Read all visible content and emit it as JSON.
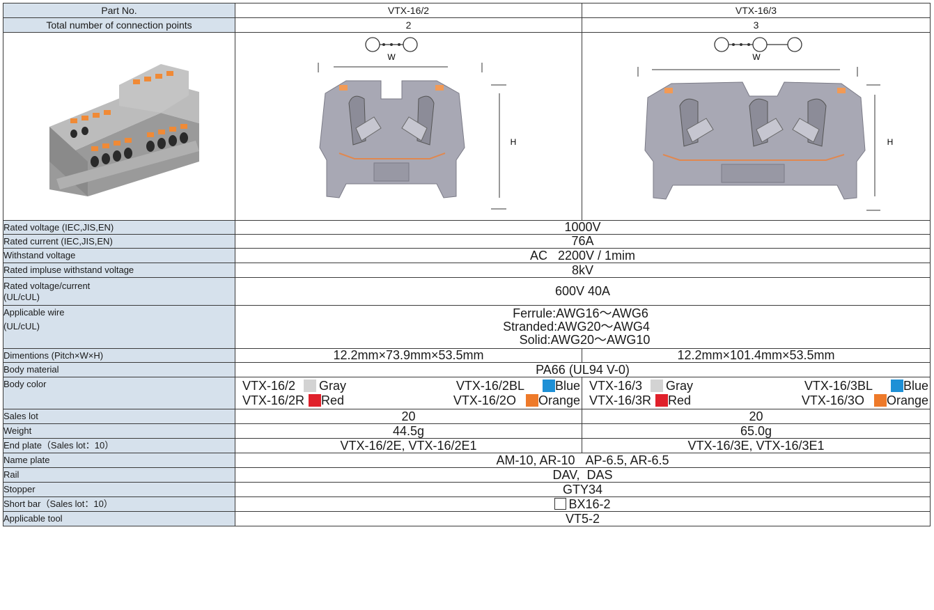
{
  "header": {
    "part_no": "Part No.",
    "col_a": "VTX-16/2",
    "col_b": "VTX-16/3"
  },
  "connection_points": {
    "label": "Total number of connection points",
    "a": "2",
    "b": "3"
  },
  "diagram": {
    "w_label": "W",
    "h_label": "H"
  },
  "rows": {
    "rated_voltage": {
      "label": "Rated voltage (IEC,JIS,EN)",
      "value": "1000V"
    },
    "rated_current": {
      "label": "Rated current (IEC,JIS,EN)",
      "value": "76A"
    },
    "withstand": {
      "label": "Withstand voltage",
      "value": "AC   2200V / 1mim"
    },
    "impulse": {
      "label": "Rated impluse withstand voltage",
      "value": "8kV"
    },
    "ul_rating": {
      "label1": "Rated voltage/current",
      "label2": "(UL/cUL)",
      "value": "600V 40A"
    },
    "wire": {
      "label1": "Applicable wire",
      "label2": "(UL/cUL)",
      "line1": "Ferrule:AWG16～AWG6",
      "line2": "Stranded:AWG20～AWG4",
      "line3": "Solid:AWG20～AWG10"
    },
    "dimensions": {
      "label": "Dimentions (Pitch×W×H)",
      "a": "12.2mm×73.9mm×53.5mm",
      "b": "12.2mm×101.4mm×53.5mm"
    },
    "body_material": {
      "label": "Body material",
      "value": "PA66 (UL94 V-0)"
    },
    "body_color": {
      "label": "Body color",
      "a1": {
        "p1": "VTX-16/2",
        "c1": "Gray",
        "p2": "VTX-16/2BL",
        "c2": "Blue"
      },
      "a2": {
        "p1": "VTX-16/2R",
        "c1": "Red",
        "p2": "VTX-16/2O",
        "c2": "Orange"
      },
      "b1": {
        "p1": "VTX-16/3",
        "c1": "Gray",
        "p2": "VTX-16/3BL",
        "c2": "Blue"
      },
      "b2": {
        "p1": "VTX-16/3R",
        "c1": "Red",
        "p2": "VTX-16/3O",
        "c2": "Orange"
      },
      "swatches": {
        "gray": "#d3d3d3",
        "blue": "#1e90d6",
        "red": "#e0202a",
        "orange": "#ee7a2a"
      }
    },
    "sales_lot": {
      "label": "Sales lot",
      "a": "20",
      "b": "20"
    },
    "weight": {
      "label": "Weight",
      "a": "44.5g",
      "b": "65.0g"
    },
    "end_plate": {
      "label": "End plate（Sales lot：10）",
      "a": "VTX-16/2E, VTX-16/2E1",
      "b": "VTX-16/3E, VTX-16/3E1"
    },
    "name_plate": {
      "label": "Name plate",
      "value": "AM-10, AR-10   AP-6.5, AR-6.5"
    },
    "rail": {
      "label": "Rail",
      "value": "DAV,  DAS"
    },
    "stopper": {
      "label": "Stopper",
      "value": "GTY34"
    },
    "short_bar": {
      "label": "Short bar（Sales lot：10）",
      "value": "BX16-2"
    },
    "tool": {
      "label": "Applicable tool",
      "value": "VT5-2"
    }
  }
}
